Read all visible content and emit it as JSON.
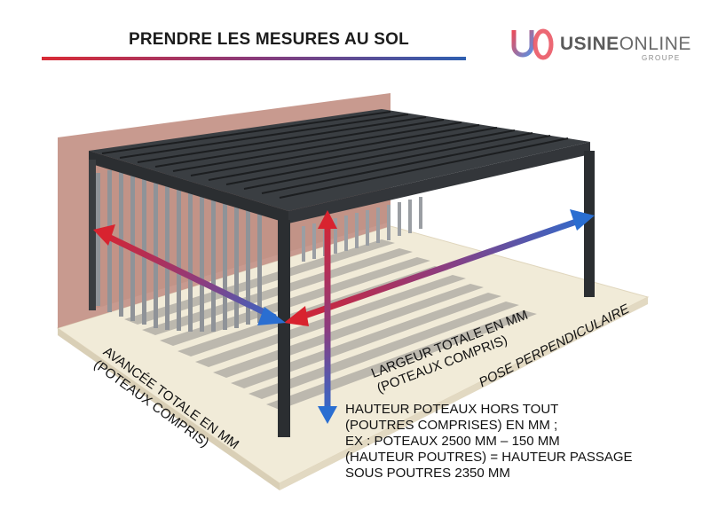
{
  "header": {
    "title": "PRENDRE LES MESURES AU SOL"
  },
  "logo": {
    "mark": "UO",
    "word_bold": "USINE",
    "word_light": "ONLINE",
    "sub": "GROUPE"
  },
  "labels": {
    "largeur_line1": "LARGEUR TOTALE EN MM",
    "largeur_line2": "(POTEAUX COMPRIS)",
    "pose": "POSE PERPENDICULAIRE",
    "avancee_line1": "AVANCÉE TOTALE EN MM",
    "avancee_line2": "(POTEAUX COMPRIS)",
    "hauteur_line1": "HAUTEUR POTEAUX HORS TOUT",
    "hauteur_line2": "(POUTRES COMPRISES) EN MM ;",
    "hauteur_line3": "EX : POTEAUX 2500 MM – 150 MM",
    "hauteur_line4": "(HAUTEUR POUTRES) = HAUTEUR PASSAGE",
    "hauteur_line5": "SOUS POUTRES 2350 MM"
  },
  "colors": {
    "red": "#d8232f",
    "blue": "#2a6ed1",
    "wall": "#c89a8f",
    "floor": "#f1ebd8",
    "frame": "#2b2e31"
  }
}
